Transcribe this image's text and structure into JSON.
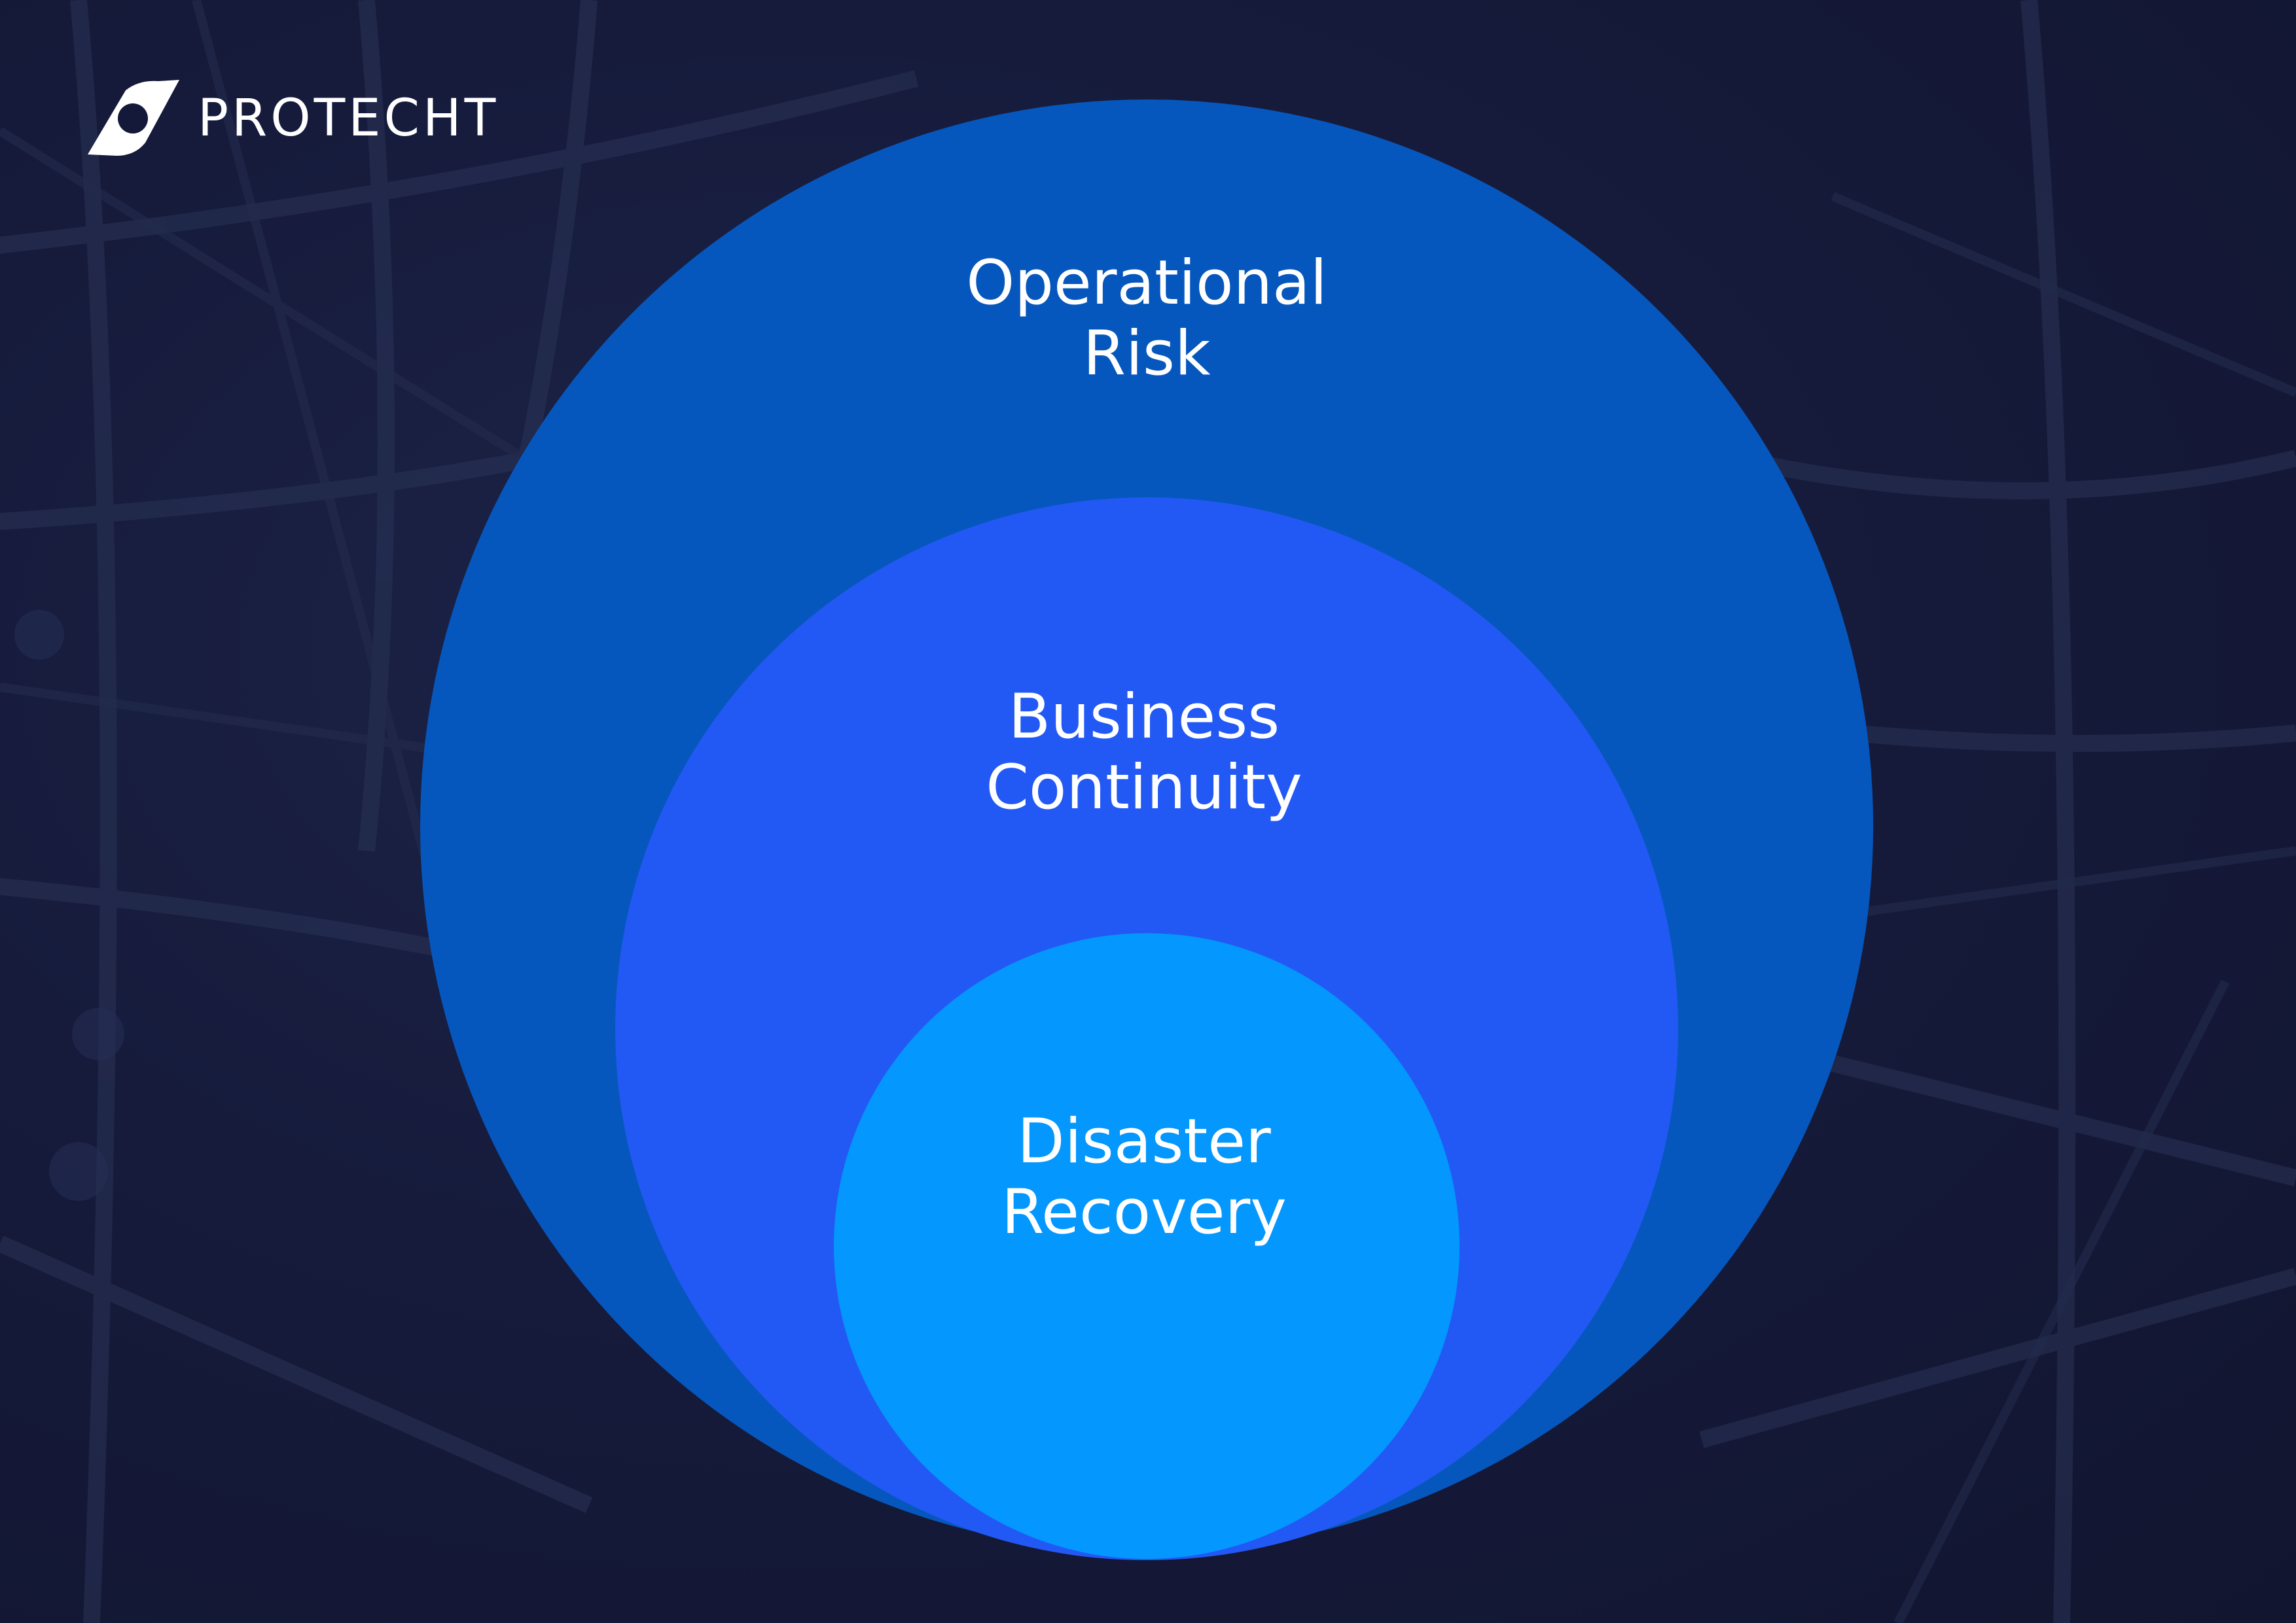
{
  "brand": {
    "name": "PROTECHT",
    "logo_icon": "protecht-logo-icon"
  },
  "colors": {
    "background": "#14193a",
    "outer_circle": "#0657bd",
    "middle_circle": "#2259f5",
    "inner_circle": "#0497fe",
    "text": "#ffffff"
  },
  "diagram": {
    "outer": {
      "line1": "Operational",
      "line2": "Risk"
    },
    "middle": {
      "line1": "Business",
      "line2": "Continuity"
    },
    "inner": {
      "line1": "Disaster",
      "line2": "Recovery"
    }
  }
}
